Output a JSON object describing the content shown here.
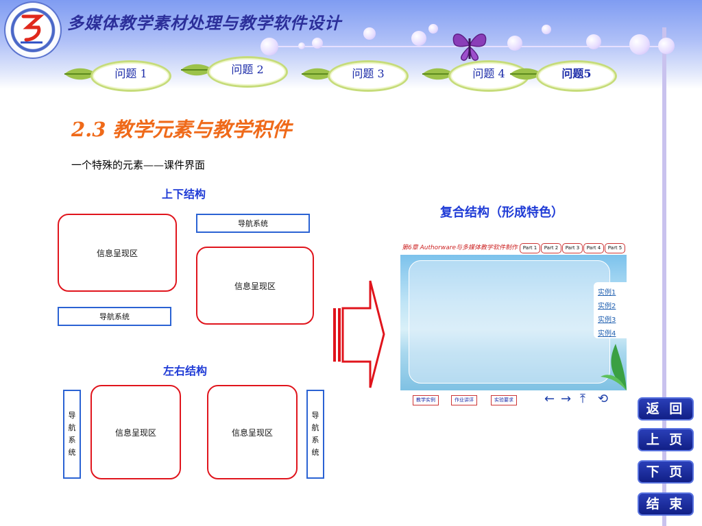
{
  "header": {
    "app_title": "多媒体教学素材处理与教学软件设计",
    "tabs": [
      {
        "label": "问题 1"
      },
      {
        "label": "问题 2"
      },
      {
        "label": "问题 3"
      },
      {
        "label": "问题 4"
      },
      {
        "label": "问题5"
      }
    ]
  },
  "content": {
    "section_title": "2.3  教学元素与教学积件",
    "subtitle": "一个特殊的元素——课件界面",
    "top_bottom": {
      "heading": "上下结构",
      "info_label": "信息呈现区",
      "nav_label": "导航系统"
    },
    "left_right": {
      "heading": "左右结构",
      "info_label": "信息呈现区",
      "nav_vertical": "导航系统"
    },
    "composite": {
      "heading": "复合结构（形成特色）",
      "caption": "第6章 Authorware与多媒体教学软件制作",
      "parts": [
        "Part 1",
        "Part 2",
        "Part 3",
        "Part 4",
        "Part 5"
      ],
      "examples": [
        "实例1",
        "实例2",
        "实例3",
        "实例4"
      ],
      "footer_buttons": [
        "教学实例",
        "作业讲评",
        "实验要求"
      ],
      "footer_icons": [
        "←",
        "→",
        "⤒",
        "⟲"
      ]
    }
  },
  "nav_buttons": {
    "back": "返 回",
    "prev": "上 页",
    "next": "下 页",
    "end": "结 束"
  },
  "colors": {
    "title": "#2c2f9a",
    "section": "#ef6a1a",
    "heading_blue": "#1f3bd6",
    "box_red": "#e0141c",
    "nav_blue": "#2a62d3",
    "button_dark": "#111f86"
  }
}
